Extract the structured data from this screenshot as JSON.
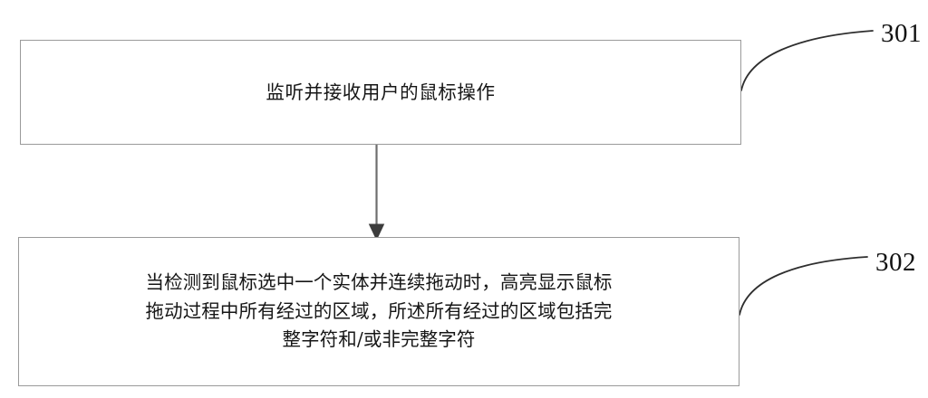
{
  "figure": {
    "type": "patent-flowchart",
    "background_color": "#ffffff",
    "line_color": "#4a4a4a",
    "box_border_color": "#9a9a9a",
    "text_color": "#161616"
  },
  "steps": [
    {
      "ref": "301",
      "name": "listen-and-receive-mouse-operation",
      "text": "监听并接收用户的鼠标操作"
    },
    {
      "ref": "302",
      "name": "highlight-dragged-regions",
      "text": "当检测到鼠标选中一个实体并连续拖动时，高亮显示鼠标\n拖动过程中所有经过的区域，所述所有经过的区域包括完\n整字符和/或非完整字符"
    }
  ],
  "connectors": [
    {
      "name": "arrow-301-to-302",
      "from_step": "301",
      "to_step": "302",
      "style": "solid-line-with-filled-arrowhead",
      "direction": "down"
    },
    {
      "name": "leader-line-301",
      "target_ref": "301",
      "style": "curved-leader"
    },
    {
      "name": "leader-line-302",
      "target_ref": "302",
      "style": "curved-leader"
    }
  ]
}
